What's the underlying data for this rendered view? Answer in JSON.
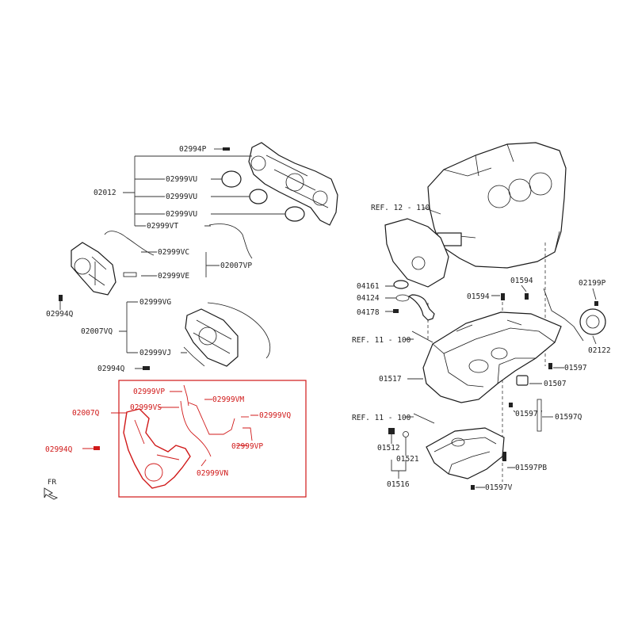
{
  "colors": {
    "highlight": "#d01818",
    "ink": "#1a1a1a"
  },
  "direction_label": "FR",
  "labels": {
    "l02994P": "02994P",
    "l02012": "02012",
    "l02999VU_a": "02999VU",
    "l02999VU_b": "02999VU",
    "l02999VU_c": "02999VU",
    "l02999VT": "02999VT",
    "l02999VC": "02999VC",
    "l02007VP": "02007VP",
    "l02999VE": "02999VE",
    "l02994Q_a": "02994Q",
    "l02999VG": "02999VG",
    "l02007VQ": "02007VQ",
    "l02999VJ": "02999VJ",
    "l02994Q_b": "02994Q",
    "ref_12_110": "REF. 12 - 110",
    "l04161": "04161",
    "l04124": "04124",
    "l04178": "04178",
    "l01594_a": "01594",
    "l01594_b": "01594",
    "l02199P": "02199P",
    "ref_11_100_a": "REF. 11 - 100",
    "l02122": "02122",
    "l01597_a": "01597",
    "l01517": "01517",
    "l01507": "01507",
    "l01597V_a": "01597V",
    "ref_11_100_b": "REF. 11 - 100",
    "l01597Q": "01597Q",
    "l01512": "01512",
    "l01521": "01521",
    "l01597PB": "01597PB",
    "l01516": "01516",
    "l01597V_b": "01597V"
  },
  "highlighted_labels": {
    "l02999VP_a": "02999VP",
    "l02999VM": "02999VM",
    "l02999VS": "02999VS",
    "l02007Q": "02007Q",
    "l02999VQ": "02999VQ",
    "l02994Q_c": "02994Q",
    "l02999VP_b": "02999VP",
    "l02999VN": "02999VN"
  }
}
